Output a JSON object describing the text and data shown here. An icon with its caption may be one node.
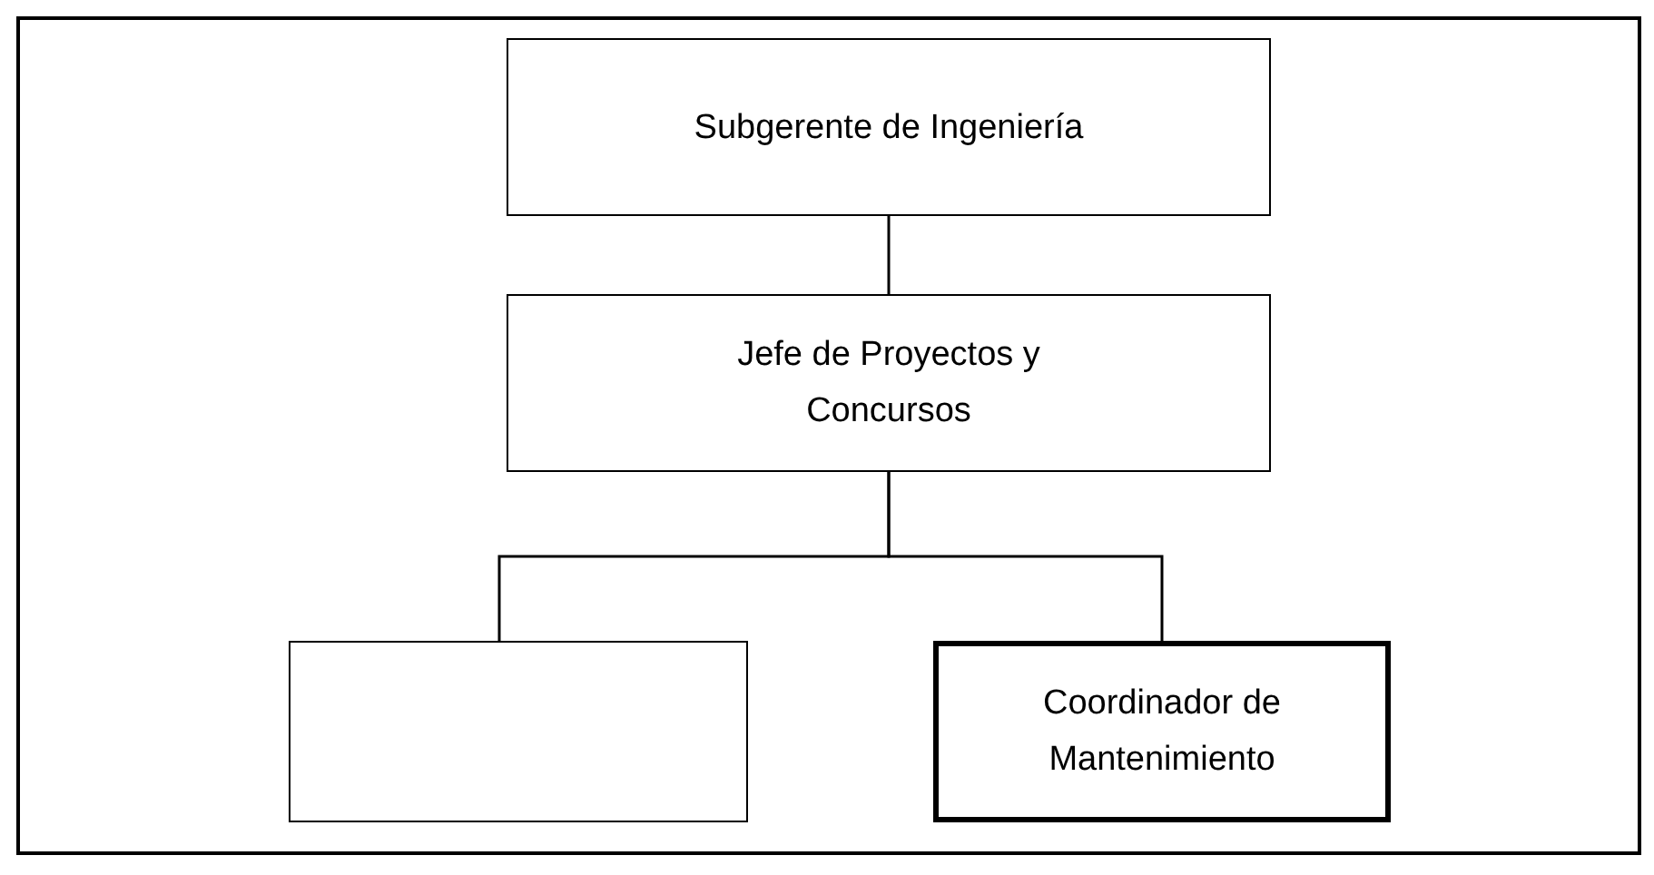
{
  "diagram": {
    "nodes": [
      {
        "text": [
          "Subgerente de Ingeniería"
        ]
      },
      {
        "text": [
          "Jefe de Proyectos y Concursos"
        ]
      },
      {
        "text": [],
        "shape": "box"
      },
      {
        "text": [
          "Coordinador de Mantenimiento"
        ]
      }
    ],
    "edges": [
      {
        "from": 0,
        "to": 1,
        "arrow": "none"
      },
      {
        "from": 1,
        "to": 2,
        "arrow": "none"
      },
      {
        "from": 1,
        "to": 3,
        "arrow": "none"
      }
    ]
  }
}
